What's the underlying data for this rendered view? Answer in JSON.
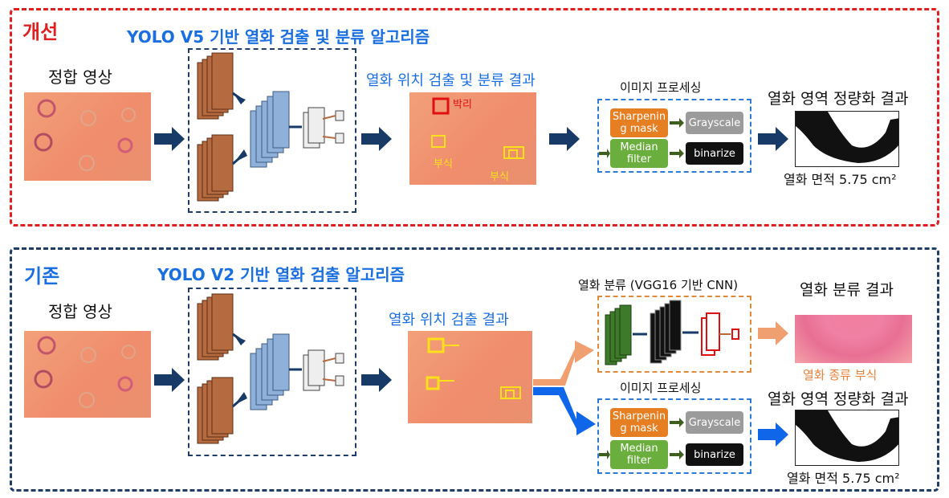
{
  "top": {
    "tag": "개선",
    "title": "YOLO V5 기반 열화 검출 및 분류 알고리즘",
    "input_label": "정합 영상",
    "detect_label": "열화 위치 검출 및 분류 결과",
    "det_tags": {
      "peel": "박리",
      "corrosion1": "부식",
      "corrosion2": "부식"
    },
    "proc_label": "이미지 프로세싱",
    "quant_label": "열화 영역 정량화 결과",
    "area_label": "열화 면적 5.75 cm²"
  },
  "bottom": {
    "tag": "기존",
    "title": "YOLO V2 기반 열화 검출 알고리즘",
    "input_label": "정합 영상",
    "detect_label": "열화 위치 검출 결과",
    "cls_label": "열화 분류 (VGG16 기반 CNN)",
    "cls_result_label": "열화 분류 결과",
    "cls_type_label": "열화 종류 부식",
    "proc_label": "이미지 프로세싱",
    "quant_label": "열화 영역 정량화 결과",
    "area_label": "열화 면적 5.75 cm²"
  },
  "proc_steps": {
    "sharpen": "Sharpenin g mask",
    "median": "Median filter",
    "gray": "Grayscale",
    "binar": "binarize"
  },
  "colors": {
    "improved_border": "#e02020",
    "legacy_border": "#1f3d6b",
    "title_blue": "#1a6fe0",
    "arrow": "#173a66"
  }
}
